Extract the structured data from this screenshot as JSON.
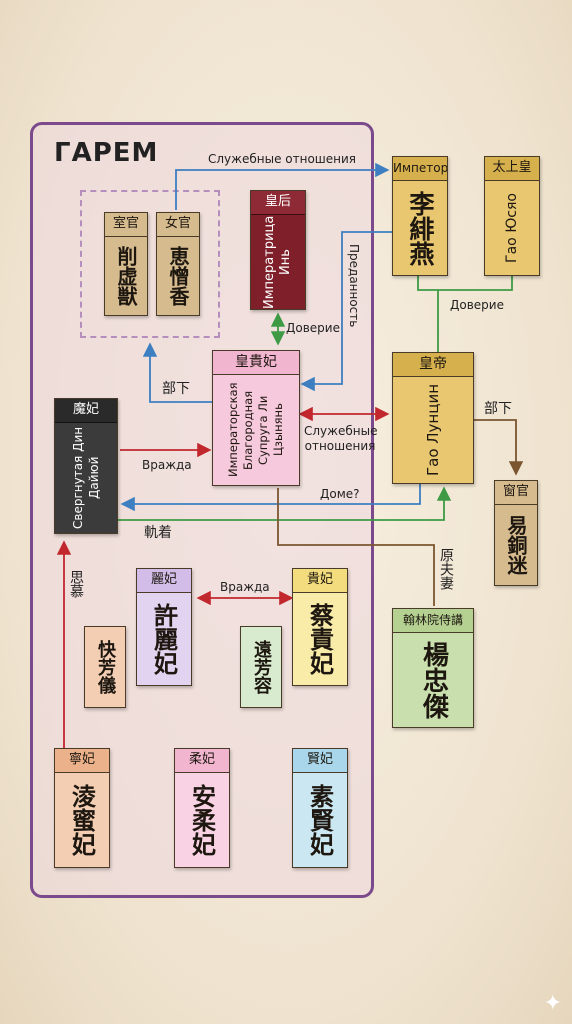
{
  "title": "ГАРЕМ",
  "nodes": {
    "shiguan": {
      "title": "室官",
      "name": "削虚獣"
    },
    "nvguan": {
      "title": "女官",
      "name": "恵憎香"
    },
    "huanghou": {
      "title": "皇后",
      "name": "Императрица Инь"
    },
    "guifei_main": {
      "title": "皇貴妃",
      "name": "Императорская Благородная Супруга Ли Цзынянь"
    },
    "mofei": {
      "title": "魔妃",
      "name": "Свергнутая Дин Дайюй"
    },
    "emperor_prev": {
      "title": "Импетор",
      "name": "李緋燕"
    },
    "taishang": {
      "title": "太上皇",
      "name": "Гао Юсяо"
    },
    "emperor": {
      "title": "皇帝",
      "name": "Гао Лунцин"
    },
    "chuangguan": {
      "title": "窗官",
      "name": "易銅迷"
    },
    "hanlin": {
      "title": "翰林院侍講",
      "name": "楊忠傑"
    },
    "lifei": {
      "title": "麗妃",
      "name": "許麗妃"
    },
    "guifei2": {
      "title": "貴妃",
      "name": "蔡責妃"
    },
    "kuai": {
      "title": "",
      "name": "快芳儀"
    },
    "yuan": {
      "title": "",
      "name": "遠芳容"
    },
    "ningfei": {
      "title": "寧妃",
      "name": "淩蜜妃"
    },
    "roufei": {
      "title": "柔妃",
      "name": "安柔妃"
    },
    "xianfei": {
      "title": "賢妃",
      "name": "素賢妃"
    }
  },
  "edges": {
    "service_top": "Служебные отношения",
    "loyalty": "Преданность",
    "trust_top": "Доверие",
    "trust_left": "Доверие",
    "subordinate_left": "部下",
    "service_mid": "Служебные отношения",
    "enmity_left": "Вражда",
    "home": "Доме?",
    "attachment": "軌着",
    "subordinate_right": "部下",
    "ex_husband": "原夫妻",
    "enmity_mid": "Вражда",
    "admiration": "思慕"
  },
  "colors": {
    "frame": "#7b4a8c",
    "brown_card": "#d6bb8f",
    "gold_card": "#e8c770",
    "red_card": "#7e1f2a",
    "pink_card": "#f7c9dc",
    "dark_card": "#3b3b3b",
    "green_card": "#c9dfae",
    "lilac_card": "#e2d3f1",
    "yellow_card": "#f9eba8",
    "orange_card": "#f3ceb3",
    "mint_card": "#d8ebcf",
    "rose_card": "#f9d2e4",
    "blue_card": "#cbe7f2",
    "line_blue": "#3d7fc1",
    "line_red": "#c1272d",
    "line_green": "#3e9a45",
    "line_brown": "#7a5530"
  }
}
